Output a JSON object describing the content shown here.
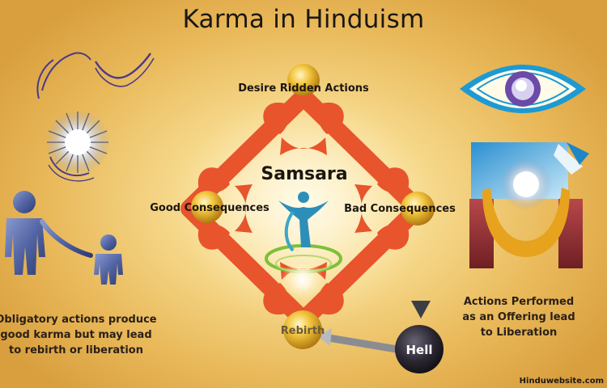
{
  "title": "Karma in Hinduism",
  "diagram": {
    "center_label": "Samsara",
    "nodes": {
      "top": "Desire Ridden Actions",
      "left": "Good Consequences",
      "right": "Bad Consequences",
      "bottom": "Rebirth",
      "hell": "Hell"
    }
  },
  "captions": {
    "left": [
      "Obligatory actions produce",
      "good karma but may lead",
      "to rebirth or liberation"
    ],
    "right": [
      "Actions Performed",
      "as an Offering lead",
      "to Liberation"
    ]
  },
  "footer": {
    "website": "Hinduwebsite.com"
  },
  "colors": {
    "ring": "#e8542c",
    "node_gold": "#e8b42a",
    "hell_node": "#2a2732",
    "figure_blue": "#5e6fa8"
  }
}
